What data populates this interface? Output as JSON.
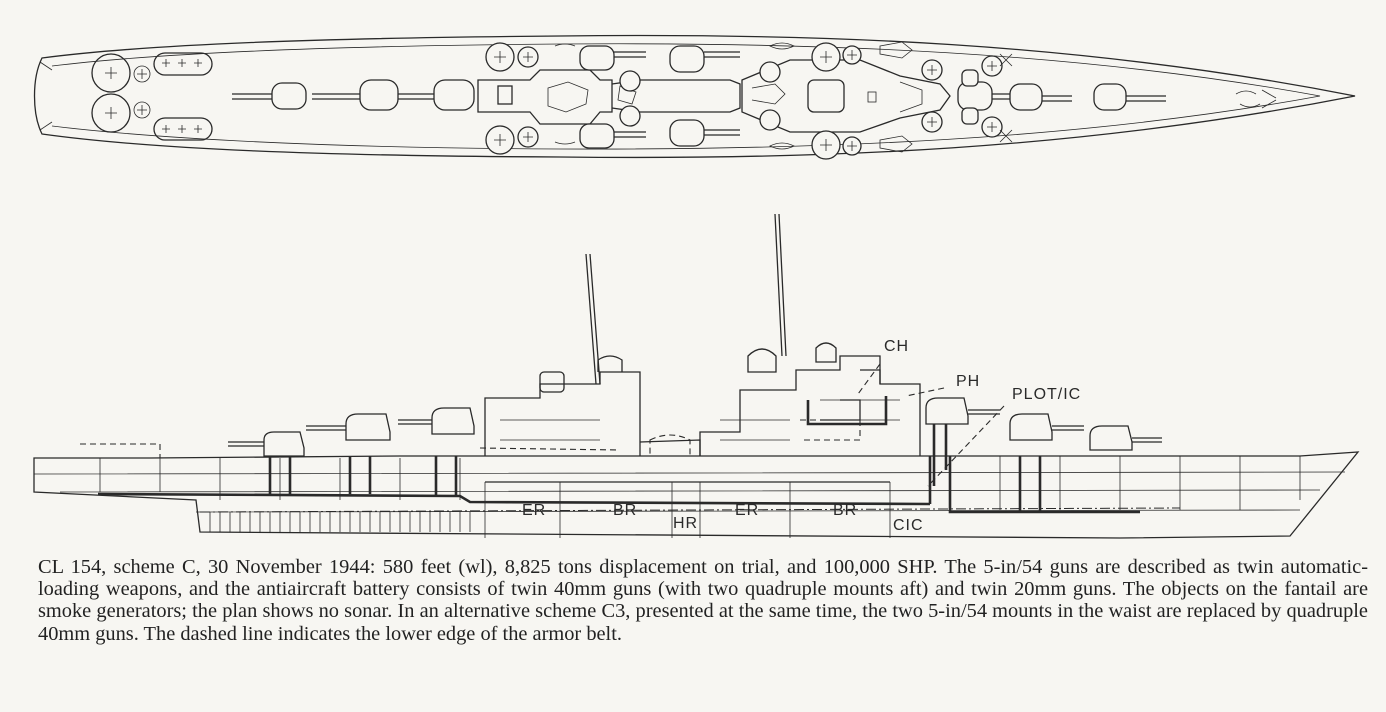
{
  "labels": {
    "ch": "CH",
    "ph": "PH",
    "plot_ic": "PLOT/IC",
    "er_1": "ER",
    "br_1": "BR",
    "hr": "HR",
    "er_2": "ER",
    "br_2": "BR",
    "cic": "CIC"
  },
  "caption": "CL 154, scheme C, 30 November 1944: 580 feet (wl), 8,825 tons displacement on trial, and 100,000 SHP. The 5-in/54 guns are described as twin automatic-loading weapons, and the antiaircraft battery consists of twin 40mm guns (with two quadruple mounts aft) and twin 20mm guns. The objects on the fantail are smoke generators; the plan shows no sonar. In an alternative scheme C3, presented at the same time, the two 5-in/54 mounts in the waist are replaced by quadruple 40mm guns. The dashed line indicates the lower edge of the armor belt."
}
